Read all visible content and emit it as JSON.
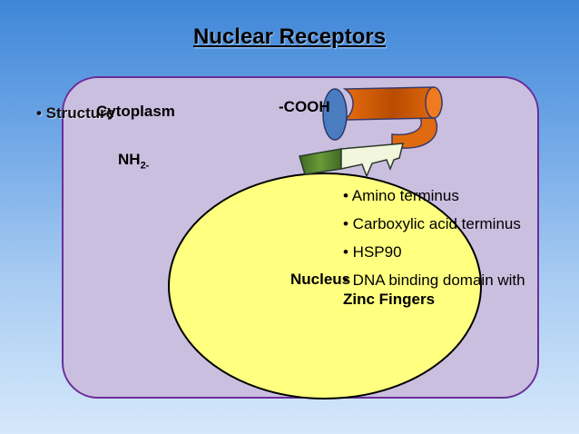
{
  "title": "Nuclear Receptors",
  "labels": {
    "structure": "• Structure",
    "cytoplasm": "Cytoplasm",
    "cooh": "-COOH",
    "nh2_base": "NH",
    "nh2_sub": "2-",
    "nucleus": "Nucleus"
  },
  "bullets": [
    {
      "text": "• Amino terminus"
    },
    {
      "text": "• Carboxylic acid terminus"
    },
    {
      "text": "• HSP90"
    },
    {
      "text": "• DNA binding domain with ",
      "bold": "Zinc Fingers"
    }
  ],
  "colors": {
    "background_top": "#3f86d8",
    "cell_fill": "#cbbfe0",
    "cell_border": "#6a2f9a",
    "nucleus_fill": "#ffff80",
    "hsp90_fill": "#4a7cc0",
    "receptor_orange": "#e06a10",
    "green_segment": "#4a7a2a",
    "zinc_finger_fill": "#f2f6dc"
  }
}
